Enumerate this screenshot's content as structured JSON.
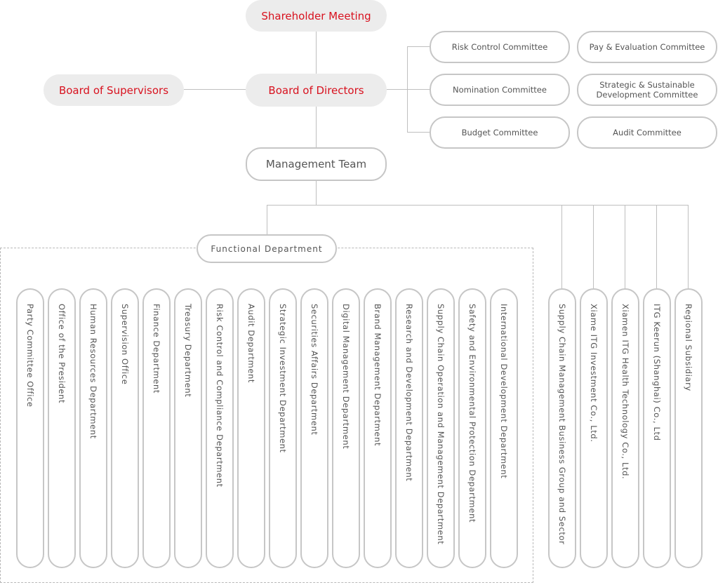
{
  "top": {
    "shareholder_meeting": "Shareholder Meeting",
    "board_of_directors": "Board of Directors",
    "board_of_supervisors": "Board of Supervisors",
    "management_team": "Management Team"
  },
  "committees": [
    "Risk Control Committee",
    "Pay & Evaluation Committee",
    "Nomination Committee",
    "Strategic & Sustainable Development Committee",
    "Budget Committee",
    "Audit Committee"
  ],
  "functional_department_label": "Functional Department",
  "departments": [
    "Party Committee Office",
    "Office of the President",
    "Human Resources Department",
    "Supervision Office",
    "Finance Department",
    "Treasury Department",
    "Risk Control and Compliance Department",
    "Audit Department",
    "Strategic Investment Department",
    "Securities Affairs Department",
    "Digital Management Department",
    "Brand Management Department",
    "Research and Development Department",
    "Supply Chain Operation and Management Department",
    "Safety and Environmental Protection Department",
    "International Development Department"
  ],
  "subsidiaries": [
    "Supply Chain Management Business Group and Sector",
    "Xiame ITG Investment Co., Ltd.",
    "Xiamen ITG Health Technology Co., Ltd.",
    "ITG Keerun (Shanghai) Co., Ltd",
    "Regional Subsidiary"
  ],
  "colors": {
    "accent_red": "#d8121f",
    "node_gray": "#ececec",
    "border": "#c6c6c6",
    "line": "#bfbfbf",
    "text": "#555555"
  }
}
